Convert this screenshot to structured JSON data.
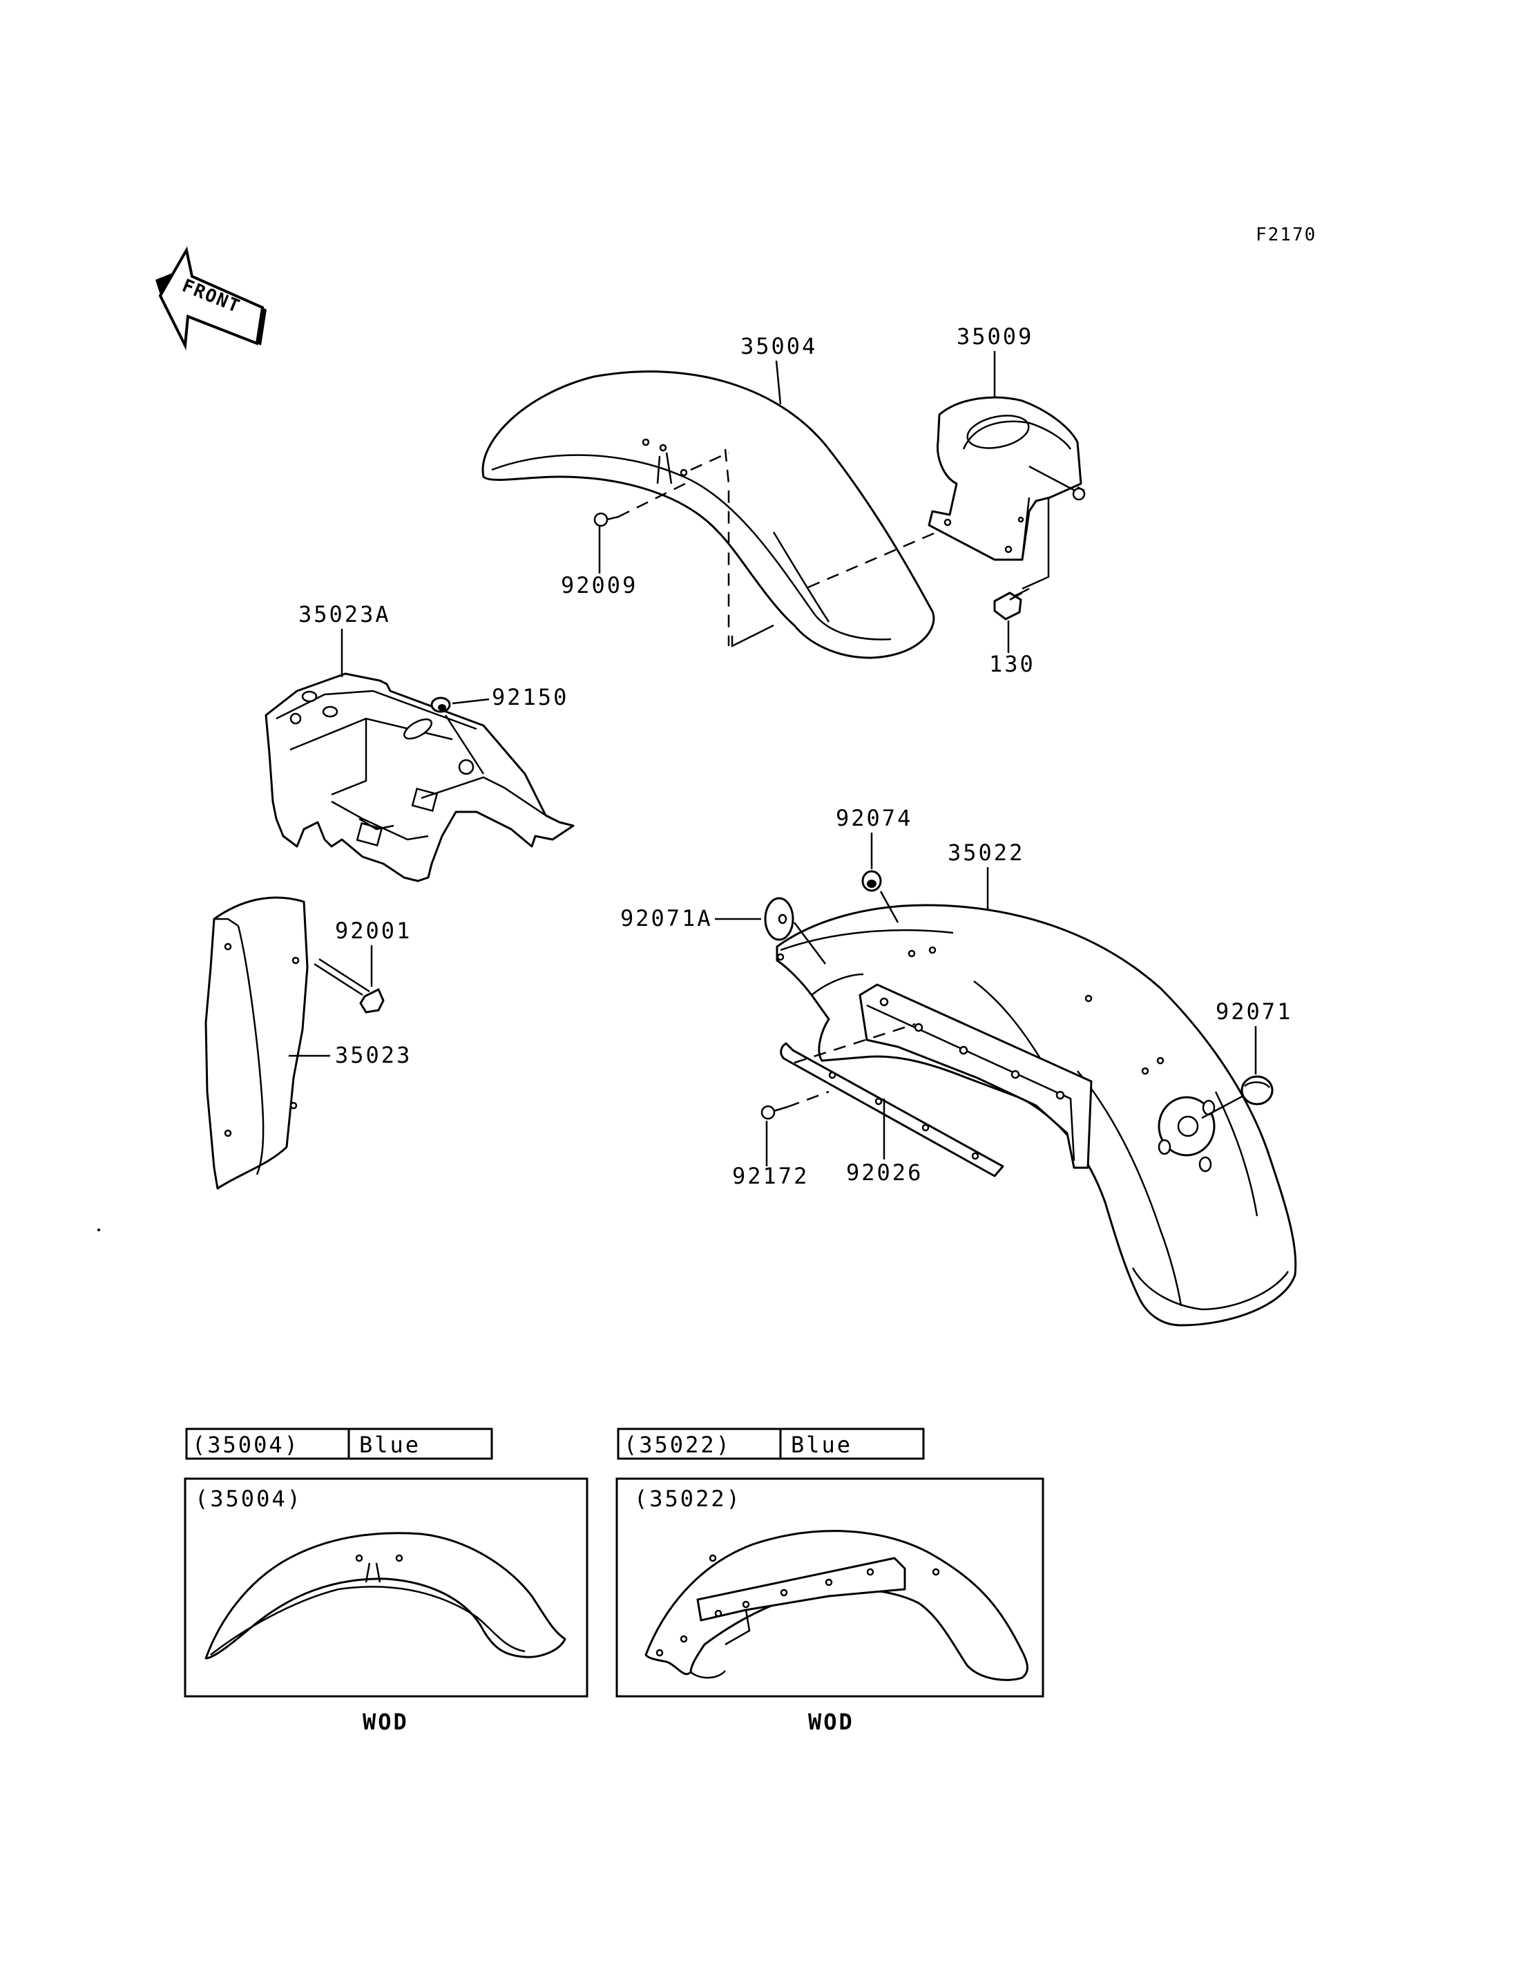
{
  "diagram_code": "F2170",
  "front_arrow_text": "FRONT",
  "parts": {
    "p35004": "35004",
    "p35009": "35009",
    "p92009": "92009",
    "p130": "130",
    "p35023A": "35023A",
    "p92150": "92150",
    "p92074": "92074",
    "p35022": "35022",
    "p92071A": "92071A",
    "p92001": "92001",
    "p92071": "92071",
    "p35023": "35023",
    "p92172": "92172",
    "p92026": "92026"
  },
  "color_tables": [
    {
      "part_ref": "(35004)",
      "color": "Blue"
    },
    {
      "part_ref": "(35022)",
      "color": "Blue"
    }
  ],
  "variant_panels": [
    {
      "part_ref": "(35004)",
      "caption": "WOD"
    },
    {
      "part_ref": "(35022)",
      "caption": "WOD"
    }
  ]
}
